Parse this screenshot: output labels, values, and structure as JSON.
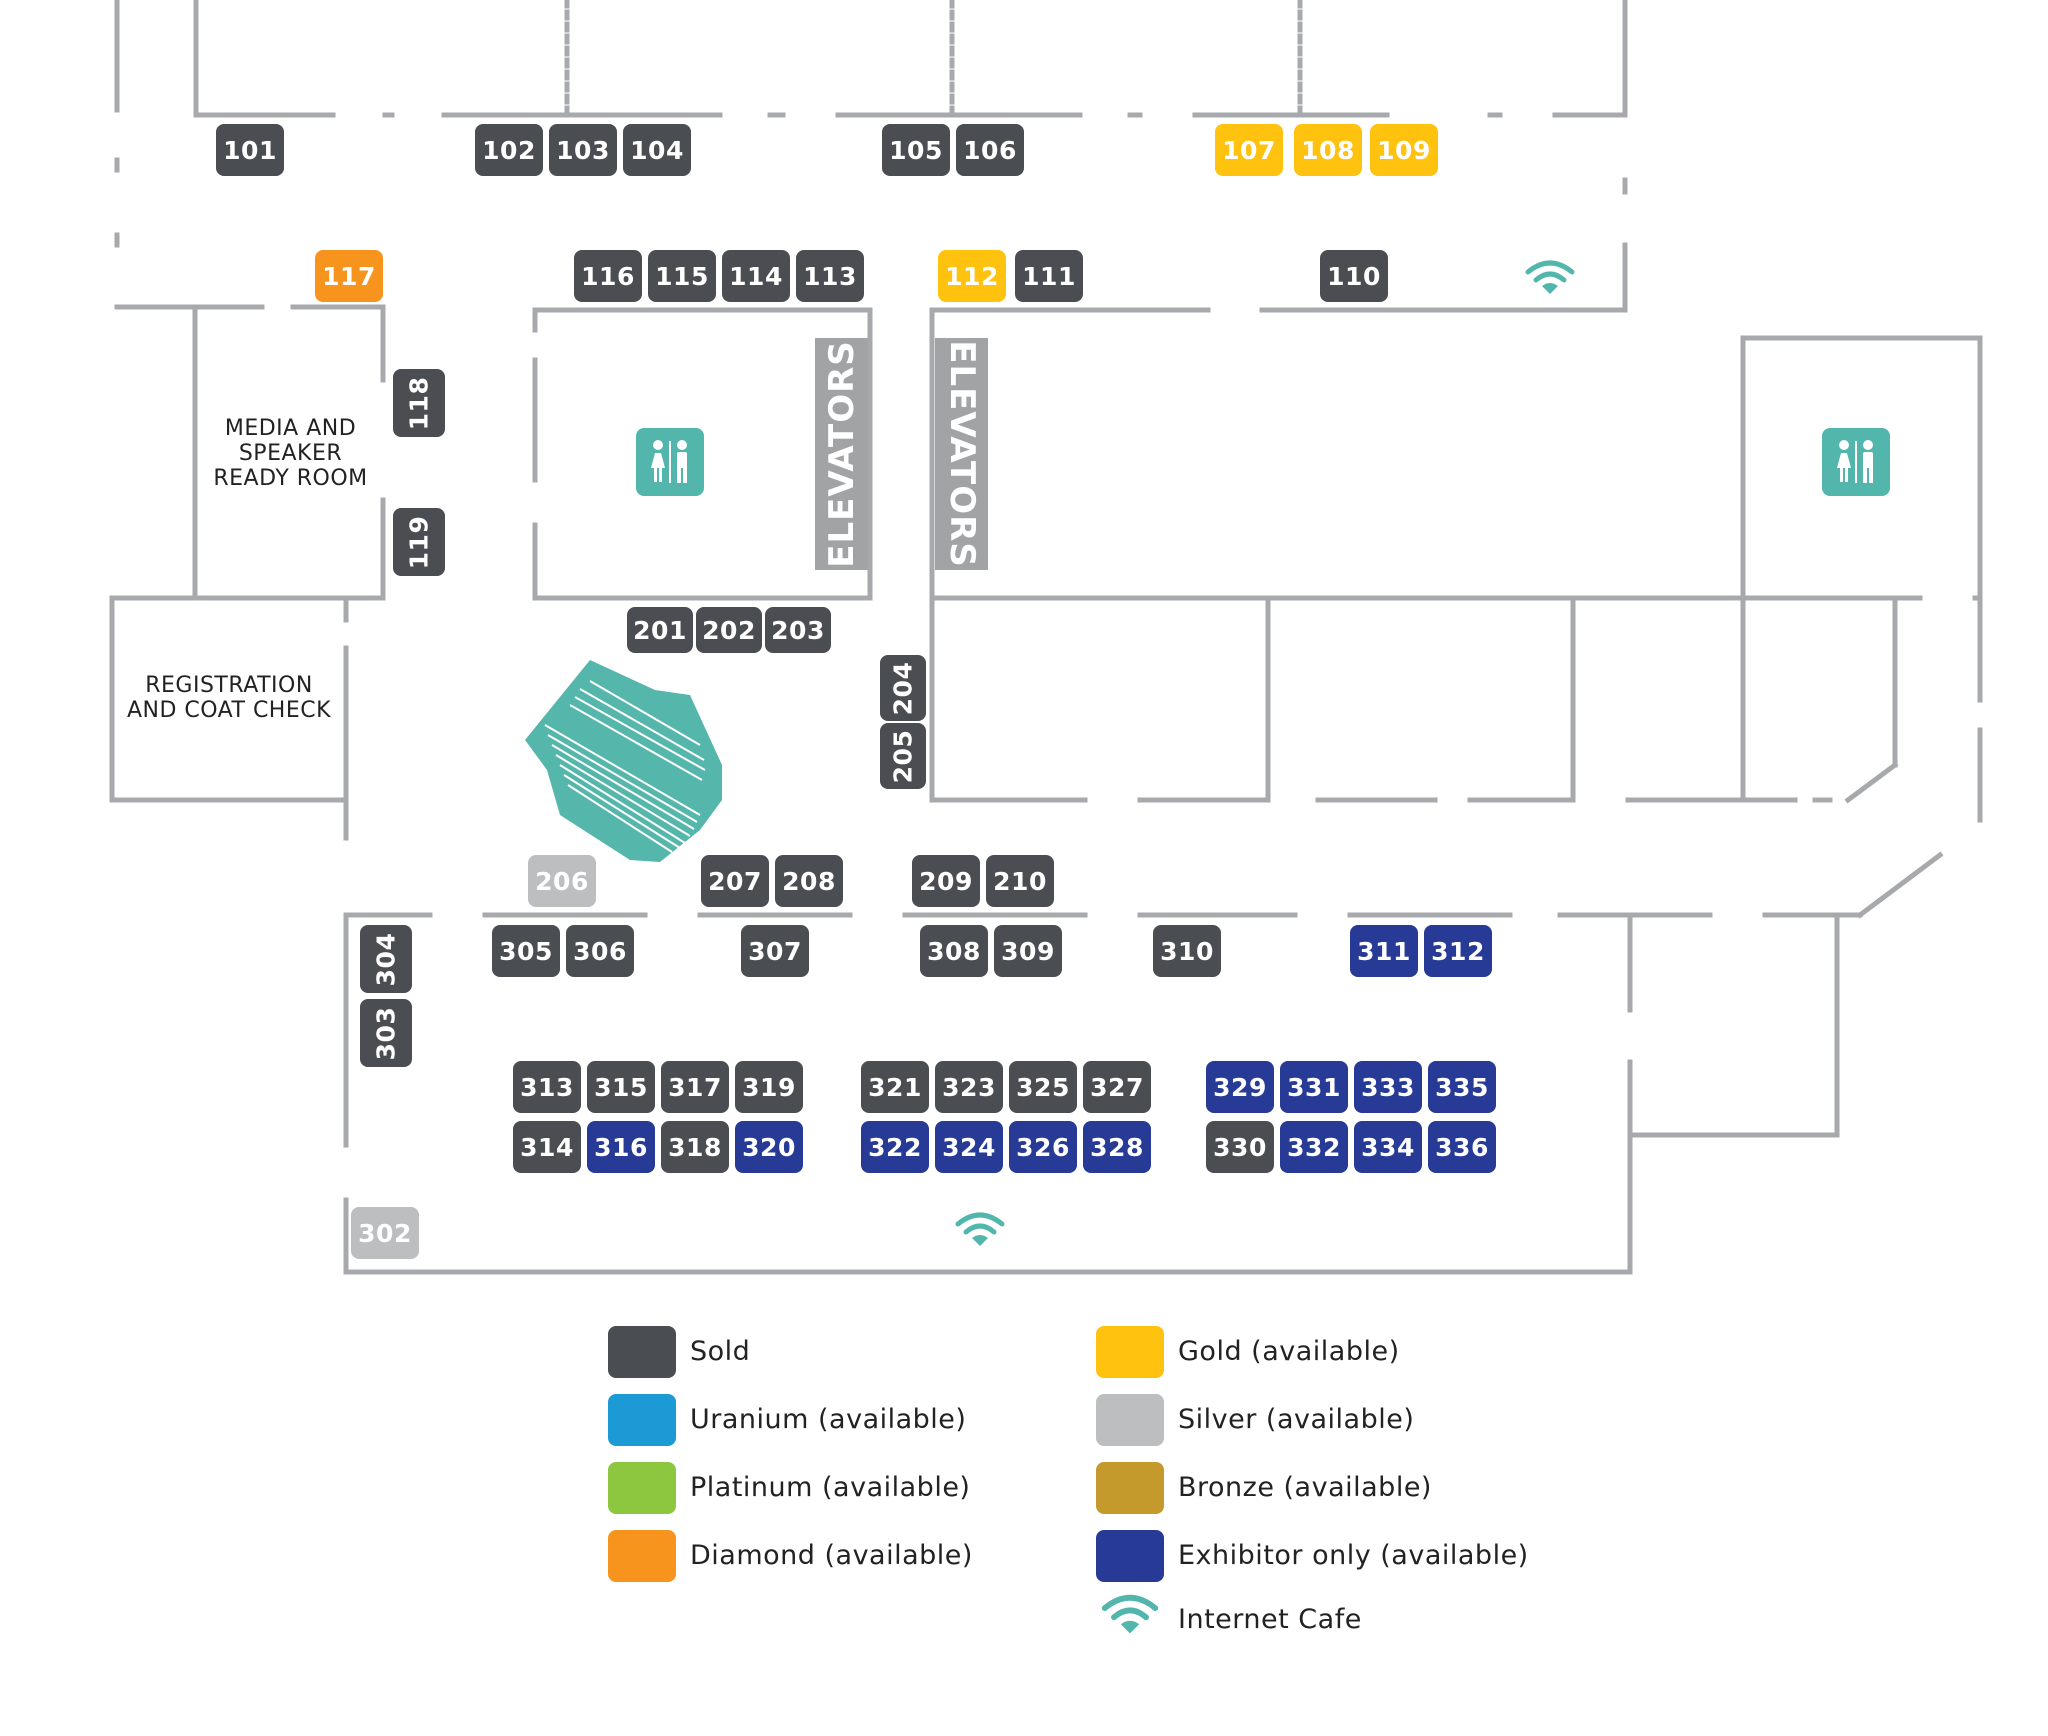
{
  "colors": {
    "sold": "#4a4d52",
    "uranium": "#1c9ad6",
    "platinum": "#8dc63f",
    "diamond": "#f7941e",
    "gold": "#fec20f",
    "silver": "#bcbec0",
    "bronze": "#c49a2c",
    "exhibitor": "#263a96",
    "internet": "#52b6ac",
    "wall": "#a7a9ac"
  },
  "booths": [
    {
      "id": "101",
      "status": "sold"
    },
    {
      "id": "102",
      "status": "sold"
    },
    {
      "id": "103",
      "status": "sold"
    },
    {
      "id": "104",
      "status": "sold"
    },
    {
      "id": "105",
      "status": "sold"
    },
    {
      "id": "106",
      "status": "sold"
    },
    {
      "id": "107",
      "status": "gold"
    },
    {
      "id": "108",
      "status": "gold"
    },
    {
      "id": "109",
      "status": "gold"
    },
    {
      "id": "117",
      "status": "diamond"
    },
    {
      "id": "116",
      "status": "sold"
    },
    {
      "id": "115",
      "status": "sold"
    },
    {
      "id": "114",
      "status": "sold"
    },
    {
      "id": "113",
      "status": "sold"
    },
    {
      "id": "112",
      "status": "gold"
    },
    {
      "id": "111",
      "status": "sold"
    },
    {
      "id": "110",
      "status": "sold"
    },
    {
      "id": "118",
      "status": "sold"
    },
    {
      "id": "119",
      "status": "sold"
    },
    {
      "id": "201",
      "status": "sold"
    },
    {
      "id": "202",
      "status": "sold"
    },
    {
      "id": "203",
      "status": "sold"
    },
    {
      "id": "204",
      "status": "sold"
    },
    {
      "id": "205",
      "status": "sold"
    },
    {
      "id": "206",
      "status": "silver"
    },
    {
      "id": "207",
      "status": "sold"
    },
    {
      "id": "208",
      "status": "sold"
    },
    {
      "id": "209",
      "status": "sold"
    },
    {
      "id": "210",
      "status": "sold"
    },
    {
      "id": "304",
      "status": "sold"
    },
    {
      "id": "303",
      "status": "sold"
    },
    {
      "id": "305",
      "status": "sold"
    },
    {
      "id": "306",
      "status": "sold"
    },
    {
      "id": "307",
      "status": "sold"
    },
    {
      "id": "308",
      "status": "sold"
    },
    {
      "id": "309",
      "status": "sold"
    },
    {
      "id": "310",
      "status": "sold"
    },
    {
      "id": "311",
      "status": "exhibitor"
    },
    {
      "id": "312",
      "status": "exhibitor"
    },
    {
      "id": "313",
      "status": "sold"
    },
    {
      "id": "315",
      "status": "sold"
    },
    {
      "id": "317",
      "status": "sold"
    },
    {
      "id": "319",
      "status": "sold"
    },
    {
      "id": "314",
      "status": "sold"
    },
    {
      "id": "316",
      "status": "exhibitor"
    },
    {
      "id": "318",
      "status": "sold"
    },
    {
      "id": "320",
      "status": "exhibitor"
    },
    {
      "id": "321",
      "status": "sold"
    },
    {
      "id": "323",
      "status": "sold"
    },
    {
      "id": "325",
      "status": "sold"
    },
    {
      "id": "327",
      "status": "sold"
    },
    {
      "id": "322",
      "status": "exhibitor"
    },
    {
      "id": "324",
      "status": "exhibitor"
    },
    {
      "id": "326",
      "status": "exhibitor"
    },
    {
      "id": "328",
      "status": "exhibitor"
    },
    {
      "id": "329",
      "status": "exhibitor"
    },
    {
      "id": "331",
      "status": "exhibitor"
    },
    {
      "id": "333",
      "status": "exhibitor"
    },
    {
      "id": "335",
      "status": "exhibitor"
    },
    {
      "id": "330",
      "status": "sold"
    },
    {
      "id": "332",
      "status": "exhibitor"
    },
    {
      "id": "334",
      "status": "exhibitor"
    },
    {
      "id": "336",
      "status": "exhibitor"
    },
    {
      "id": "302",
      "status": "silver"
    }
  ],
  "rooms": {
    "media": [
      "MEDIA AND",
      "SPEAKER",
      "READY ROOM"
    ],
    "registration": [
      "REGISTRATION",
      "AND COAT CHECK"
    ],
    "elevators_left": "ELEVATORS",
    "elevators_right": "ELEVATORS"
  },
  "icons": {
    "restroom": "restroom-icon",
    "wifi": "wifi-icon"
  },
  "legend": {
    "sold": "Sold",
    "uranium": "Uranium (available)",
    "platinum": "Platinum (available)",
    "diamond": "Diamond (available)",
    "gold": "Gold (available)",
    "silver": "Silver (available)",
    "bronze": "Bronze (available)",
    "exhibitor": "Exhibitor only (available)",
    "internet": "Internet Cafe"
  }
}
